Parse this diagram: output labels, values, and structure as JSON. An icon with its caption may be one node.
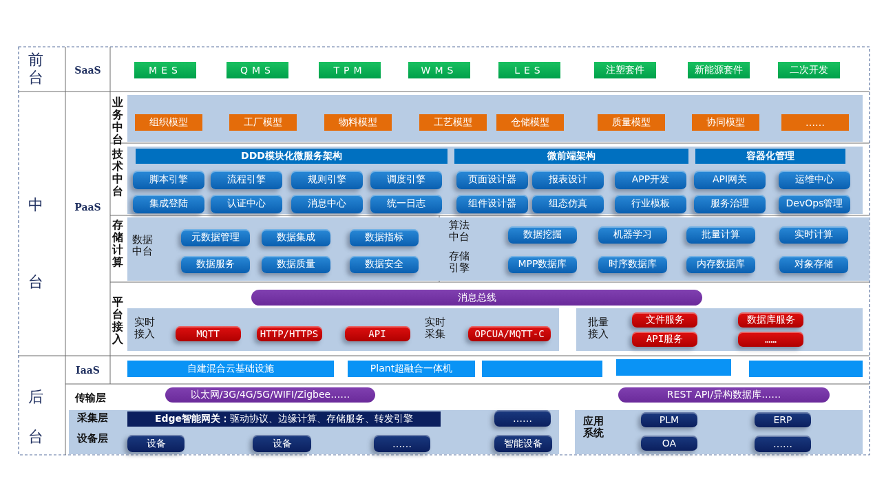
{
  "diagram": {
    "nodes": [
      {
        "text": [
          "MES"
        ]
      },
      {
        "text": [
          "QMS"
        ]
      },
      {
        "text": [
          "TPM"
        ]
      },
      {
        "text": [
          "WMS"
        ]
      },
      {
        "text": [
          "LES"
        ]
      },
      {
        "text": [
          "注塑套件"
        ]
      },
      {
        "text": [
          "新能源套件"
        ]
      },
      {
        "text": [
          "二次开发"
        ]
      },
      {
        "text": [
          "业务中台"
        ]
      },
      {
        "text": [
          "组织模型"
        ],
        "in": 8
      },
      {
        "text": [
          "工厂模型"
        ],
        "in": 8
      },
      {
        "text": [
          "物料模型"
        ],
        "in": 8
      },
      {
        "text": [
          "工艺模型"
        ],
        "in": 8
      },
      {
        "text": [
          "仓储模型"
        ],
        "in": 8
      },
      {
        "text": [
          "质量模型"
        ],
        "in": 8
      },
      {
        "text": [
          "协同模型"
        ],
        "in": 8
      },
      {
        "text": [
          "……"
        ],
        "in": 8
      },
      {
        "text": [
          "技术中台"
        ]
      },
      {
        "text": [
          "DDD模块化微服务架构"
        ],
        "in": 17
      },
      {
        "text": [
          "微前端架构"
        ],
        "in": 17
      },
      {
        "text": [
          "容器化管理"
        ],
        "in": 17
      },
      {
        "text": [
          "脚本引擎"
        ],
        "in": 17
      },
      {
        "text": [
          "流程引擎"
        ],
        "in": 17
      },
      {
        "text": [
          "规则引擎"
        ],
        "in": 17
      },
      {
        "text": [
          "调度引擎"
        ],
        "in": 17
      },
      {
        "text": [
          "页面设计器"
        ],
        "in": 17
      },
      {
        "text": [
          "报表设计"
        ],
        "in": 17
      },
      {
        "text": [
          "APP开发"
        ],
        "in": 17
      },
      {
        "text": [
          "API网关"
        ],
        "in": 17
      },
      {
        "text": [
          "运维中心"
        ],
        "in": 17
      },
      {
        "text": [
          "集成登陆"
        ],
        "in": 17
      },
      {
        "text": [
          "认证中心"
        ],
        "in": 17
      },
      {
        "text": [
          "消息中心"
        ],
        "in": 17
      },
      {
        "text": [
          "统一日志"
        ],
        "in": 17
      },
      {
        "text": [
          "组件设计器"
        ],
        "in": 17
      },
      {
        "text": [
          "组态仿真"
        ],
        "in": 17
      },
      {
        "text": [
          "行业模板"
        ],
        "in": 17
      },
      {
        "text": [
          "服务治理"
        ],
        "in": 17
      },
      {
        "text": [
          "DevOps管理"
        ],
        "in": 17
      },
      {
        "text": [
          "存储计算"
        ]
      },
      {
        "text": [
          "数据中台"
        ],
        "in": 39
      },
      {
        "text": [
          "元数据管理"
        ],
        "in": 40
      },
      {
        "text": [
          "数据集成"
        ],
        "in": 40
      },
      {
        "text": [
          "数据指标"
        ],
        "in": 40
      },
      {
        "text": [
          "数据服务"
        ],
        "in": 40
      },
      {
        "text": [
          "数据质量"
        ],
        "in": 40
      },
      {
        "text": [
          "数据安全"
        ],
        "in": 40
      },
      {
        "text": [
          "算法中台"
        ],
        "in": 39
      },
      {
        "text": [
          "数据挖掘"
        ],
        "in": 47
      },
      {
        "text": [
          "机器学习"
        ],
        "in": 47
      },
      {
        "text": [
          "批量计算"
        ],
        "in": 47
      },
      {
        "text": [
          "实时计算"
        ],
        "in": 47
      },
      {
        "text": [
          "存储引擎"
        ],
        "in": 39
      },
      {
        "text": [
          "MPP数据库"
        ],
        "in": 52
      },
      {
        "text": [
          "时序数据库"
        ],
        "in": 52
      },
      {
        "text": [
          "内存数据库"
        ],
        "in": 52
      },
      {
        "text": [
          "对象存储"
        ],
        "in": 52
      },
      {
        "text": [
          "平台接入"
        ]
      },
      {
        "text": [
          "消息总线"
        ],
        "in": 57
      },
      {
        "text": [
          "实时接入",
          "实时采集"
        ],
        "in": 57
      },
      {
        "text": [
          "MQTT"
        ],
        "in": 59
      },
      {
        "text": [
          "HTTP/HTTPS"
        ],
        "in": 59
      },
      {
        "text": [
          "API"
        ],
        "in": 59
      },
      {
        "text": [
          "OPCUA/MQTT-C"
        ],
        "in": 59
      },
      {
        "text": [
          "批量接入"
        ],
        "in": 57
      },
      {
        "text": [
          "文件服务"
        ],
        "in": 64
      },
      {
        "text": [
          "数据库服务"
        ],
        "in": 64
      },
      {
        "text": [
          "API服务"
        ],
        "in": 64
      },
      {
        "text": [
          "……"
        ],
        "in": 64
      },
      {
        "text": [
          "自建混合云基础设施"
        ]
      },
      {
        "text": [
          "Plant超融合一体机"
        ]
      },
      {
        "text": [],
        "shape": "bar"
      },
      {
        "text": [],
        "shape": "bar"
      },
      {
        "text": [],
        "shape": "bar"
      },
      {
        "text": [
          "以太网/3G/4G/5G/WIFI/Zigbee……"
        ]
      },
      {
        "text": [
          "REST API/异构数据库……"
        ]
      },
      {
        "text": [
          "采集层",
          "设备层"
        ]
      },
      {
        "text": [
          "**Edge智能网关：**驱动协议、边缘计算、存储服务、转发引擎"
        ],
        "in": 76
      },
      {
        "text": [
          "……"
        ],
        "in": 76
      },
      {
        "text": [
          "设备"
        ],
        "in": 76
      },
      {
        "text": [
          "设备"
        ],
        "in": 76
      },
      {
        "text": [
          "……"
        ],
        "in": 76
      },
      {
        "text": [
          "智能设备"
        ],
        "in": 76
      },
      {
        "text": [
          "应用系统"
        ]
      },
      {
        "text": [
          "PLM"
        ],
        "in": 83
      },
      {
        "text": [
          "ERP"
        ],
        "in": 83
      },
      {
        "text": [
          "OA"
        ],
        "in": 83
      },
      {
        "text": [
          "……"
        ],
        "in": 83
      }
    ],
    "labels": [
      "前台",
      "SaaS",
      "中台",
      "PaaS",
      "后台",
      "IaaS",
      "传输层"
    ]
  }
}
